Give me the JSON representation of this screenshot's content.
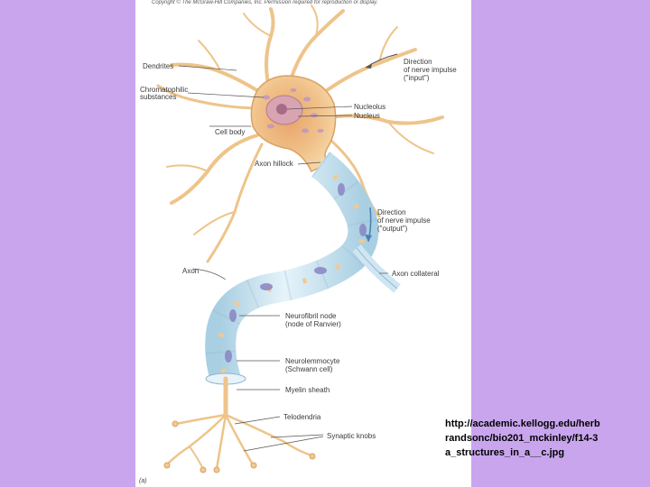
{
  "slide": {
    "background": "#c9a5ee",
    "figure_background": "#ffffff"
  },
  "figure": {
    "copyright": "Copyright © The McGraw-Hill Companies, Inc. Permission required for reproduction or display.",
    "panel_letter": "(a)",
    "labels": {
      "dendrites": "Dendrites",
      "chromatophilic_1": "Chromatophilic",
      "chromatophilic_2": "substances",
      "direction_input_1": "Direction",
      "direction_input_2": "of nerve impulse",
      "direction_input_3": "(\"input\")",
      "nucleolus": "Nucleolus",
      "nucleus": "Nucleus",
      "cell_body": "Cell body",
      "axon_hillock": "Axon hillock",
      "direction_output_1": "Direction",
      "direction_output_2": "of nerve impulse",
      "direction_output_3": "(\"output\")",
      "axon": "Axon",
      "axon_collateral": "Axon collateral",
      "neurofibril_node_1": "Neurofibril node",
      "neurofibril_node_2": "(node of Ranvier)",
      "neurolemmocyte_1": "Neurolemmocyte",
      "neurolemmocyte_2": "(Schwann cell)",
      "myelin_sheath": "Myelin sheath",
      "telodendria": "Telodendria",
      "synaptic_knobs": "Synaptic knobs"
    },
    "colors": {
      "neuron_body": "#f2c98f",
      "neuron_outline": "#d9a264",
      "cell_body_core": "#e8ad6e",
      "nucleus": "#c890a8",
      "myelin": "#cfe6f2",
      "myelin_outline": "#8fb6cc",
      "schwann_nucleus": "#8a84c4",
      "leader_line": "#555555"
    }
  },
  "source_url": "http://academic.kellogg.edu/herbrandsonc/bio201_mckinley/f14-3a_structures_in_a__c.jpg"
}
